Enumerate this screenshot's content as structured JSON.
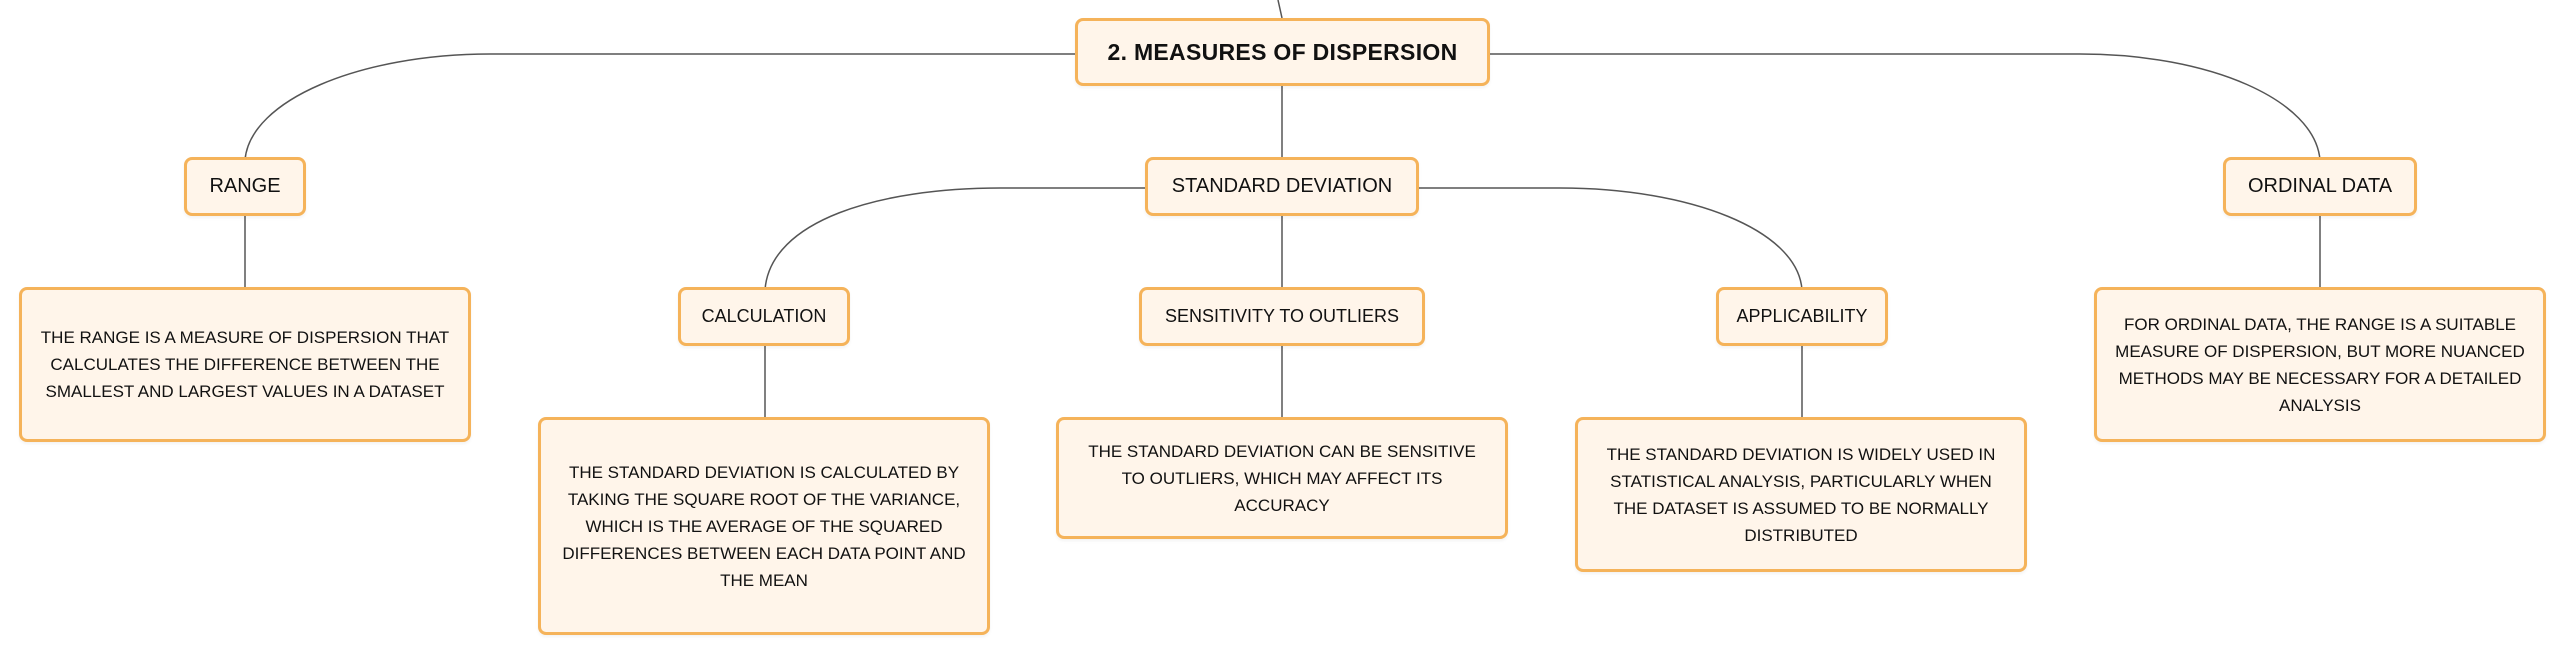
{
  "colors": {
    "node_fill": "#fff5ea",
    "node_border": "#f5b35a",
    "connector": "#555555",
    "text": "#111111"
  },
  "mindmap": {
    "root": {
      "label": "2. MEASURES OF DISPERSION"
    },
    "branches": [
      {
        "label": "RANGE",
        "description": "THE RANGE IS A MEASURE OF DISPERSION THAT CALCULATES THE DIFFERENCE BETWEEN THE SMALLEST AND LARGEST VALUES IN A DATASET"
      },
      {
        "label": "STANDARD DEVIATION",
        "children": [
          {
            "label": "CALCULATION",
            "description": "THE STANDARD DEVIATION IS CALCULATED BY TAKING THE SQUARE ROOT OF THE VARIANCE, WHICH IS THE AVERAGE OF THE SQUARED DIFFERENCES BETWEEN EACH DATA POINT AND THE MEAN"
          },
          {
            "label": "SENSITIVITY TO OUTLIERS",
            "description": "THE STANDARD DEVIATION CAN BE SENSITIVE TO OUTLIERS, WHICH MAY AFFECT ITS ACCURACY"
          },
          {
            "label": "APPLICABILITY",
            "description": "THE STANDARD DEVIATION IS WIDELY USED IN STATISTICAL ANALYSIS, PARTICULARLY WHEN THE DATASET IS ASSUMED TO BE NORMALLY DISTRIBUTED"
          }
        ]
      },
      {
        "label": "ORDINAL DATA",
        "description": "FOR ORDINAL DATA, THE RANGE IS A SUITABLE MEASURE OF DISPERSION, BUT MORE NUANCED METHODS MAY BE NECESSARY FOR A DETAILED ANALYSIS"
      }
    ]
  }
}
